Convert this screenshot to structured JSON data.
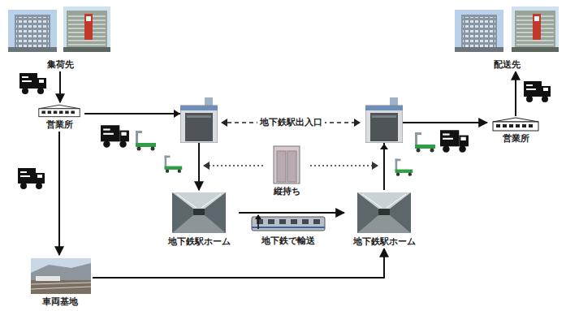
{
  "diagram": {
    "nodes": [
      {
        "text": [
          "集荷先"
        ]
      },
      {
        "text": [
          "営業所"
        ]
      },
      {
        "text": [
          "地下鉄駅ホーム"
        ]
      },
      {
        "text": [
          "縦持ち"
        ]
      },
      {
        "text": [
          "地下鉄駅ホーム"
        ]
      },
      {
        "text": [
          "営業所"
        ]
      },
      {
        "text": [
          "配送先"
        ]
      },
      {
        "text": [
          "車両基地"
        ]
      }
    ],
    "edges": [
      {
        "from": 0,
        "to": 1,
        "arrow": "to"
      },
      {
        "from": 1,
        "to": 2,
        "arrow": "to"
      },
      {
        "from": 2,
        "to": 4,
        "label": "地下鉄で輸送",
        "arrow": "to"
      },
      {
        "from": 4,
        "to": 5,
        "arrow": "to"
      },
      {
        "from": 5,
        "to": 6,
        "arrow": "to"
      },
      {
        "from": 1,
        "to": 7,
        "arrow": "to"
      },
      {
        "from": 7,
        "to": 4,
        "arrow": "to"
      }
    ],
    "labels": [
      "地下鉄駅出入口"
    ]
  }
}
